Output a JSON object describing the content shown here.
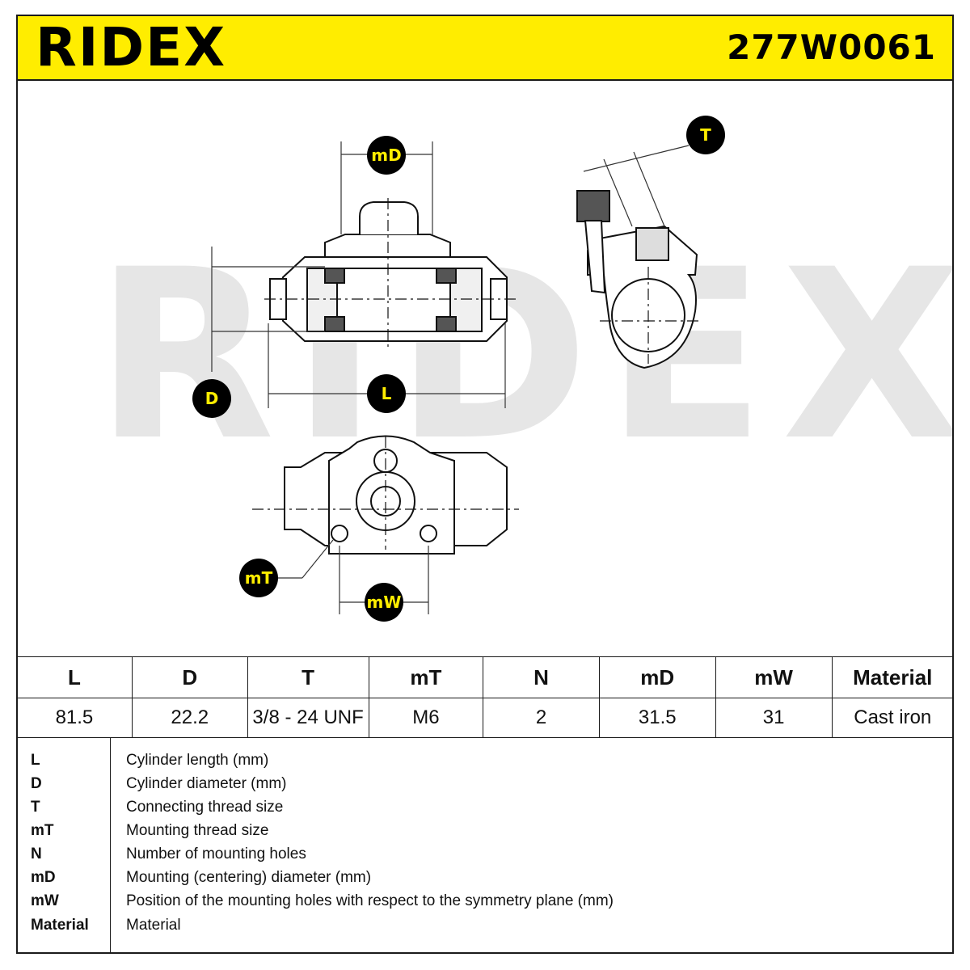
{
  "brand": {
    "name": "RIDEX",
    "accent": "#ffed00"
  },
  "part_number": "277W0061",
  "watermark": "RIDEX",
  "drawing_labels": {
    "mD": "mD",
    "T": "T",
    "D": "D",
    "L": "L",
    "mT": "mT",
    "mW": "mW"
  },
  "specs": {
    "headers": [
      "L",
      "D",
      "T",
      "mT",
      "N",
      "mD",
      "mW",
      "Material"
    ],
    "values": [
      "81.5",
      "22.2",
      "3/8 - 24 UNF",
      "M6",
      "2",
      "31.5",
      "31",
      "Cast iron"
    ]
  },
  "legend": [
    {
      "key": "L",
      "desc": "Cylinder length (mm)"
    },
    {
      "key": "D",
      "desc": "Cylinder diameter (mm)"
    },
    {
      "key": "T",
      "desc": "Connecting thread size"
    },
    {
      "key": "mT",
      "desc": "Mounting thread size"
    },
    {
      "key": "N",
      "desc": "Number of mounting holes"
    },
    {
      "key": "mD",
      "desc": "Mounting (centering) diameter (mm)"
    },
    {
      "key": "mW",
      "desc": "Position of the mounting holes with respect to the symmetry plane (mm)"
    },
    {
      "key": "Material",
      "desc": "Material"
    }
  ]
}
